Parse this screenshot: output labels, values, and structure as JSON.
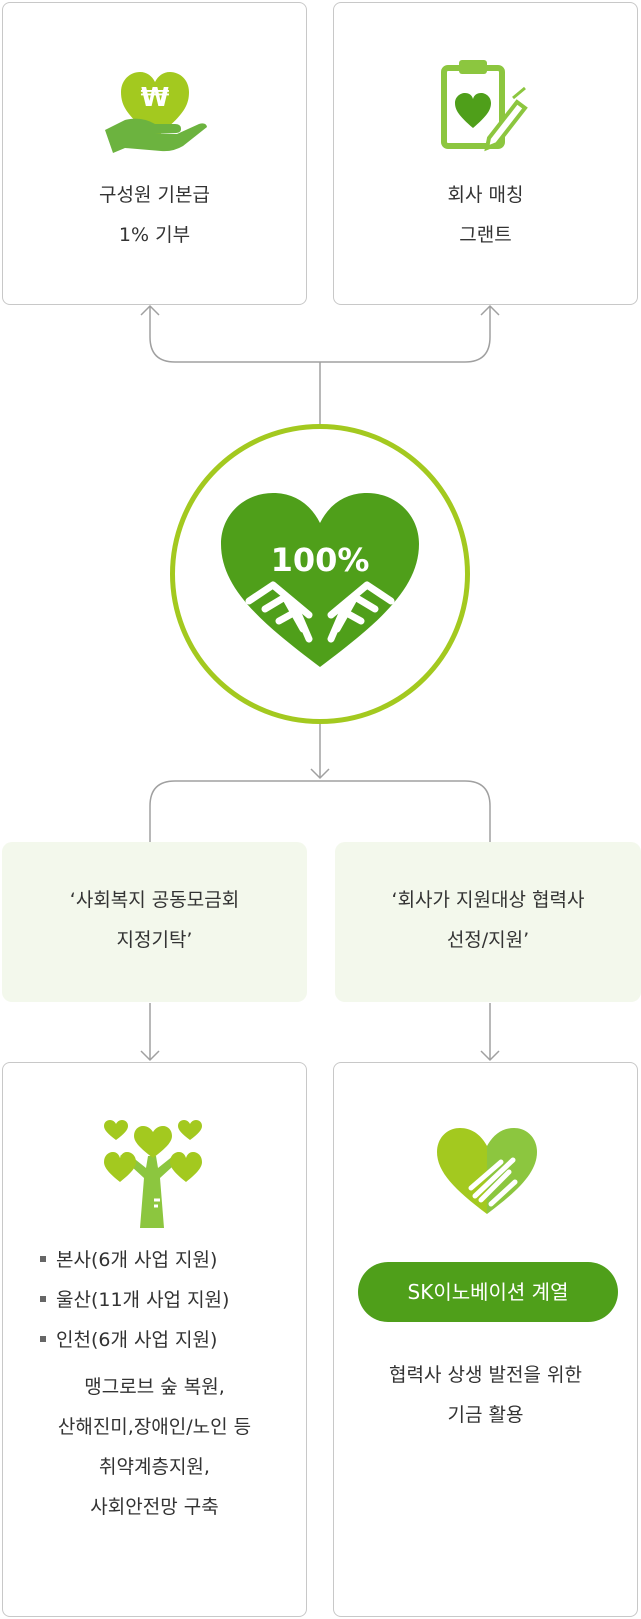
{
  "top_left": {
    "lines": [
      "구성원 기본급",
      "1% 기부"
    ],
    "icon": "heart-won-hand-icon"
  },
  "top_right": {
    "lines": [
      "회사 매칭",
      "그랜트"
    ],
    "icon": "clipboard-heart-pen-icon"
  },
  "center": {
    "label": "100%",
    "icon": "heart-hands-icon"
  },
  "mid_left": {
    "lines": [
      "‘사회복지 공동모금회",
      "지정기탁’"
    ]
  },
  "mid_right": {
    "lines": [
      "‘회사가 지원대상 협력사",
      "선정/지원’"
    ]
  },
  "bottom_left": {
    "icon": "heart-tree-icon",
    "bullets": [
      "본사(6개 사업 지원)",
      "울산(11개 사업 지원)",
      "인천(6개 사업 지원)"
    ],
    "lines": [
      "맹그로브 숲 복원,",
      "산해진미,장애인/노인 등",
      "취약계층지원,",
      "사회안전망 구축"
    ]
  },
  "bottom_right": {
    "icon": "heart-handshake-icon",
    "pill": "SK이노베이션 계열",
    "lines": [
      "협력사 상생 발전을 위한",
      "기금 활용"
    ]
  },
  "colors": {
    "light_green": "#a3c91f",
    "dark_green": "#4f9f1a",
    "border": "#c8c8c8",
    "panel": "#f3f8ec"
  }
}
